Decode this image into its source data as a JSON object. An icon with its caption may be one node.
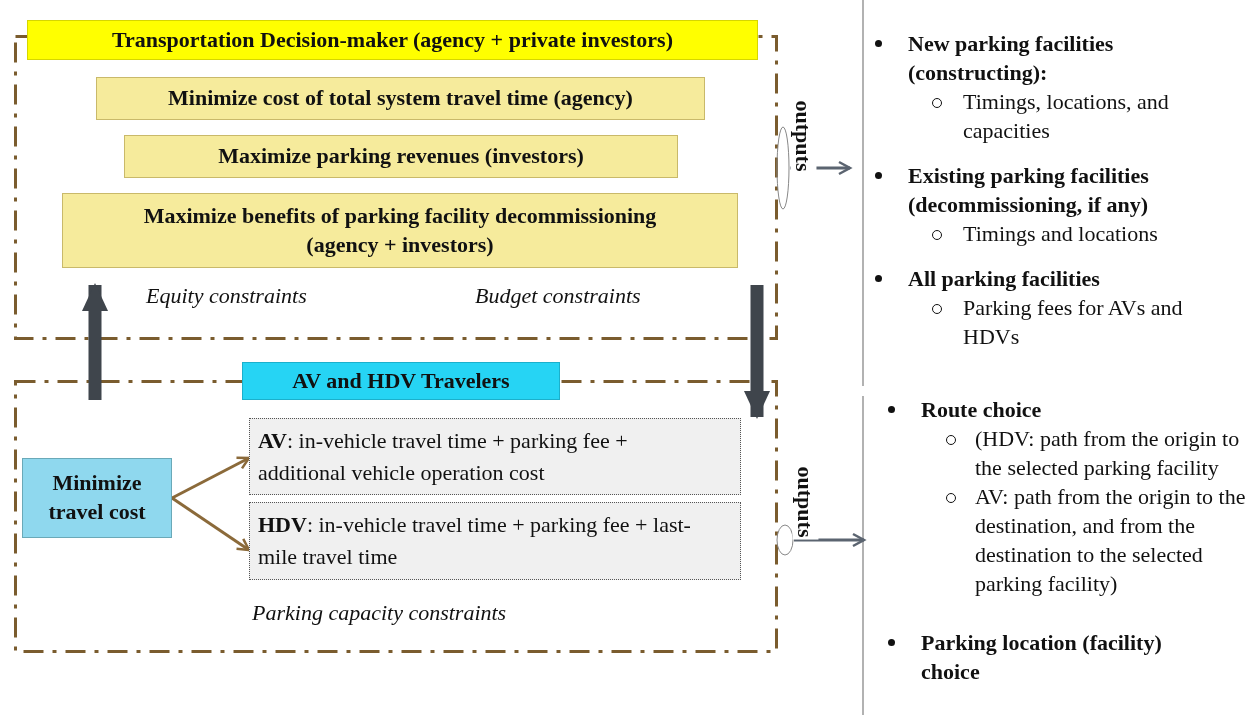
{
  "diagram": {
    "nodes": [
      {
        "text": [
          "Transportation Decision-maker (agency + private investors)"
        ]
      },
      {
        "text": [
          "Minimize cost of total system travel time (agency)"
        ],
        "in": 0
      },
      {
        "text": [
          "Maximize parking revenues (investors)"
        ],
        "in": 0
      },
      {
        "text": [
          "Maximize benefits of parking facility decommissioning (agency + investors)"
        ],
        "in": 0
      },
      {
        "text": [
          "AV and HDV Travelers"
        ]
      },
      {
        "text": [
          "Minimize travel cost"
        ],
        "in": 4
      },
      {
        "text": [
          "**AV**: in-vehicle travel time + parking fee + additional vehicle operation cost"
        ],
        "in": 4
      },
      {
        "text": [
          "**HDV**: in-vehicle travel time + parking fee + last-mile travel time"
        ],
        "in": 4
      },
      {
        "text": [
          "New parking facilities (constructing):",
          "Timings, locations, and capacities",
          "Existing parking facilities (decommissioning, if any)",
          "Timings and locations",
          "All parking facilities",
          "Parking fees for AVs and HDVs"
        ]
      },
      {
        "text": [
          "Route choice",
          "(HDV: path from the origin to the selected parking facility",
          "AV: path from the origin to the destination, and from the destination to the selected parking facility)",
          "Parking location (facility) choice"
        ]
      },
      {
        "text": [],
        "shape": "ellipse"
      },
      {
        "text": [],
        "shape": "ellipse"
      }
    ],
    "edges": [
      {
        "from": 4,
        "to": 0,
        "arrow": "to",
        "style": "thick",
        "color": "#3f454c"
      },
      {
        "from": 0,
        "to": 4,
        "arrow": "to",
        "style": "thick",
        "color": "#3f454c"
      },
      {
        "from": 5,
        "to": 6,
        "arrow": "to",
        "color": "#8b6a3a"
      },
      {
        "from": 5,
        "to": 7,
        "arrow": "to",
        "color": "#8b6a3a"
      },
      {
        "from": 10,
        "to": 8,
        "arrow": "to",
        "label": "outputs"
      },
      {
        "from": 11,
        "to": 9,
        "arrow": "to",
        "label": "outputs"
      }
    ],
    "labels": [
      "Equity constraints",
      "Budget constraints",
      "Parking capacity constraints"
    ]
  }
}
